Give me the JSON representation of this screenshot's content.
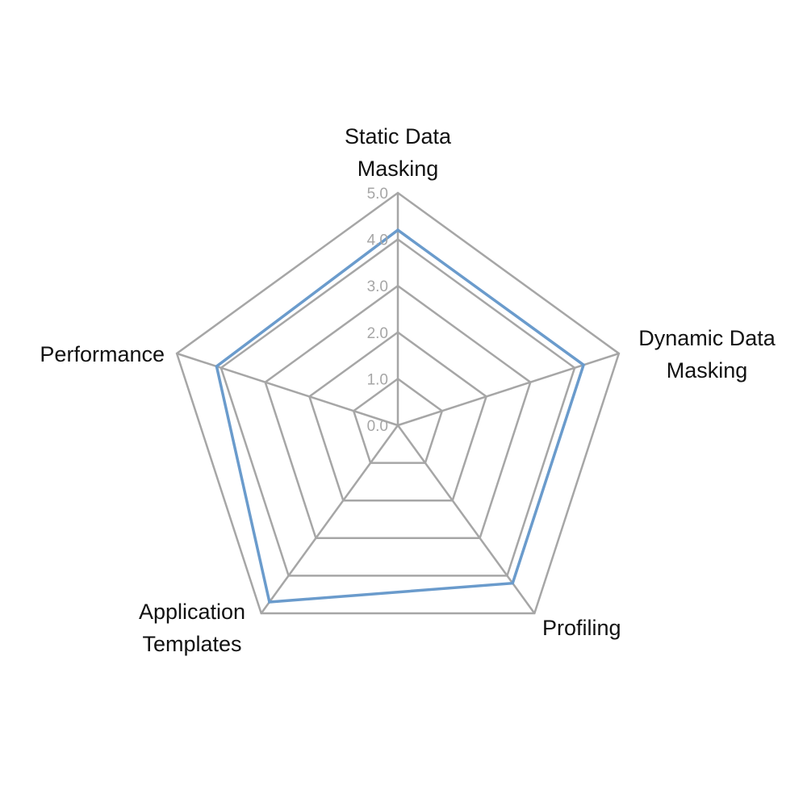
{
  "chart_data": {
    "type": "radar",
    "title": "",
    "categories": [
      [
        "Static Data",
        "Masking"
      ],
      [
        "Dynamic Data",
        "Masking"
      ],
      [
        "Profiling"
      ],
      [
        "Application",
        "Templates"
      ],
      [
        "Performance"
      ]
    ],
    "series": [
      {
        "values": [
          4.2,
          4.2,
          4.2,
          4.7,
          4.1
        ]
      }
    ],
    "ylim": [
      0,
      5
    ],
    "ticks": [
      "0.0",
      "1.0",
      "2.0",
      "3.0",
      "4.0",
      "5.0"
    ],
    "grid": true,
    "colors": {
      "grid": "#a6a6a6",
      "series": "#6a9bcc",
      "tick": "#a6a6a6",
      "label": "#111111"
    }
  }
}
